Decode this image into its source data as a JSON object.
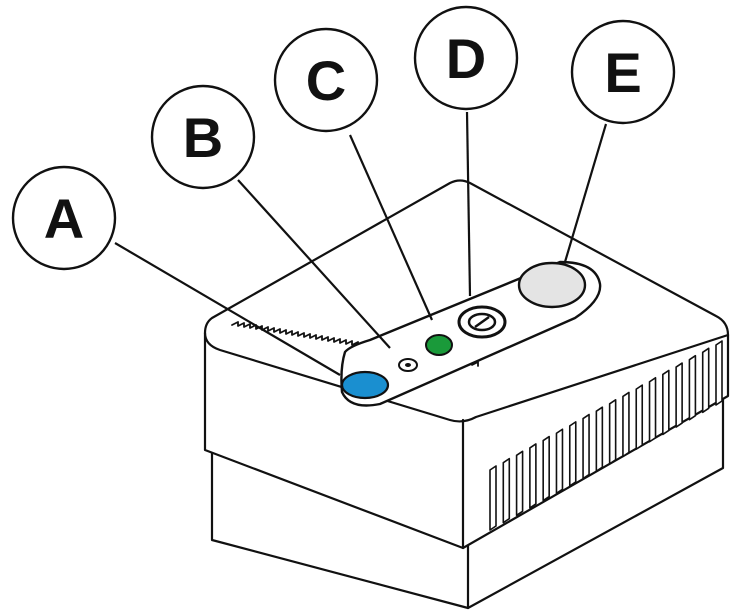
{
  "callouts": [
    {
      "id": "A",
      "label": "A"
    },
    {
      "id": "B",
      "label": "B"
    },
    {
      "id": "C",
      "label": "C"
    },
    {
      "id": "D",
      "label": "D"
    },
    {
      "id": "E",
      "label": "E"
    }
  ],
  "colors": {
    "outline": "#111111",
    "body_fill": "#ffffff",
    "button_a": "#1a8fd0",
    "led_c": "#1a9a3a",
    "button_e": "#e4e4e4",
    "panel_fill": "#ffffff"
  }
}
